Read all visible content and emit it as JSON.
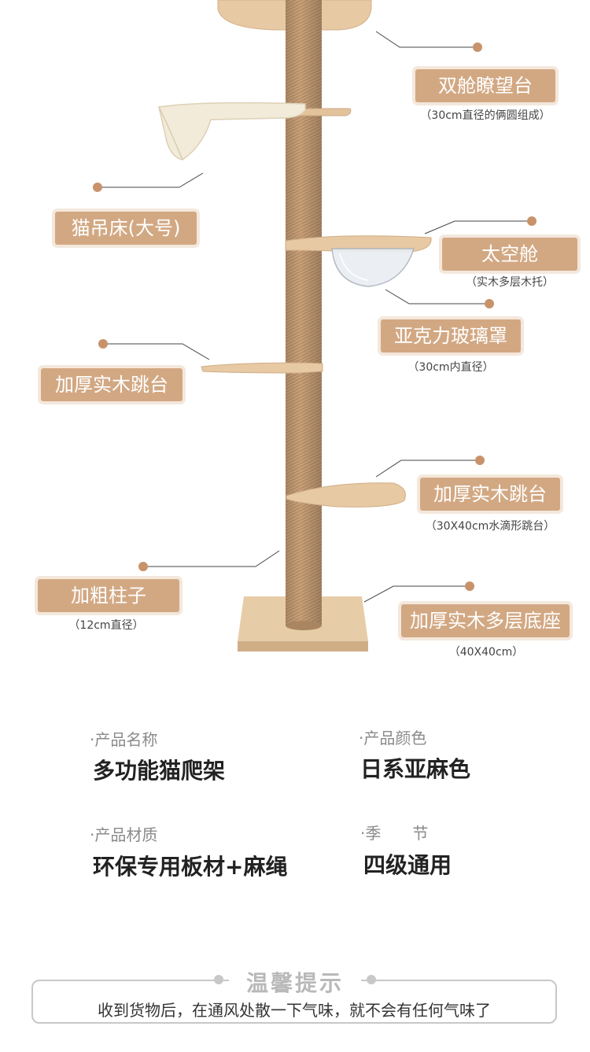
{
  "callouts": [
    {
      "id": "dual-cabin",
      "label": "双舱瞭望台",
      "sub": "（30cm直径的俩圆组成）"
    },
    {
      "id": "hammock",
      "label": "猫吊床(大号)",
      "sub": ""
    },
    {
      "id": "space-capsule",
      "label": "太空舱",
      "sub": "（实木多层木托）"
    },
    {
      "id": "acrylic-cover",
      "label": "亚克力玻璃罩",
      "sub": "（30cm内直径）"
    },
    {
      "id": "thick-platform-left",
      "label": "加厚实木跳台",
      "sub": ""
    },
    {
      "id": "thick-platform-right",
      "label": "加厚实木跳台",
      "sub": "（30X40cm水滴形跳台）"
    },
    {
      "id": "thick-pillar",
      "label": "加粗柱子",
      "sub": "（12cm直径）"
    },
    {
      "id": "base",
      "label": "加厚实木多层底座",
      "sub": "（40X40cm）"
    }
  ],
  "info": [
    {
      "title": "·产品名称",
      "value": "多功能猫爬架"
    },
    {
      "title": "·产品颜色",
      "value": "日系亚麻色"
    },
    {
      "title": "·产品材质",
      "value": "环保专用板材+麻绳"
    },
    {
      "title": "·季　　节",
      "value": "四级通用"
    }
  ],
  "tip": {
    "title": "温馨提示",
    "text": "收到货物后，在通风处散一下气味，就不会有任何气味了"
  },
  "colors": {
    "label_bg": "#d2a883",
    "label_glow": "#f4e8dc",
    "pole": "#c9a27b",
    "wood": "#e7c9a4",
    "hammock": "#f2ead8",
    "dot": "#c8936a"
  }
}
